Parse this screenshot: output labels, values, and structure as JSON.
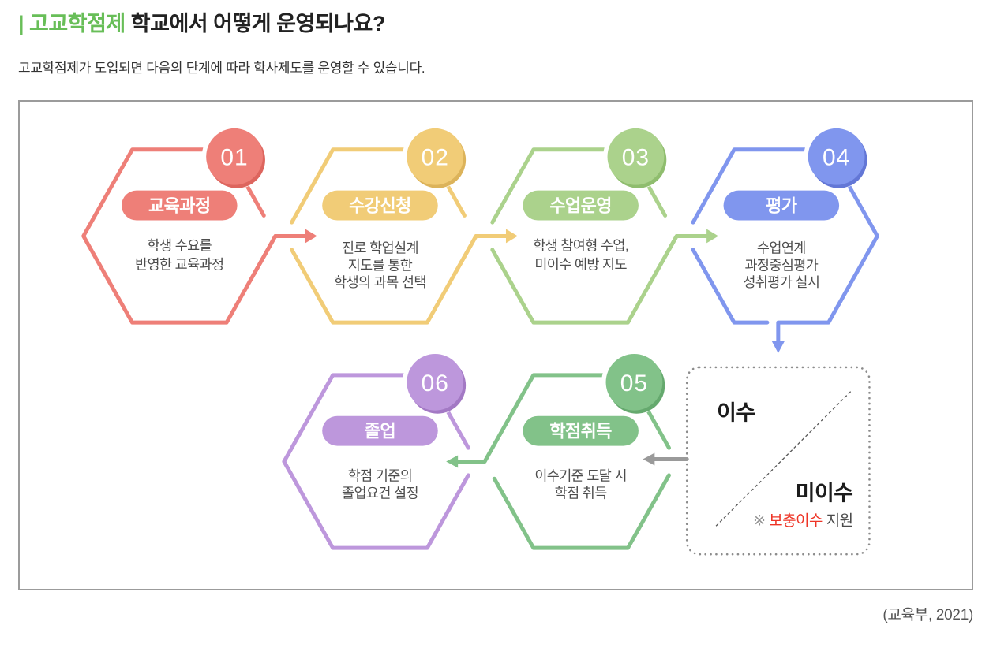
{
  "header": {
    "title_highlight": "| 고교학점제",
    "title_rest": " 학교에서 어떻게 운영되나요?",
    "subtitle": "고교학점제가 도입되면 다음의 단계에 따라 학사제도를 운영할 수 있습니다."
  },
  "source": "(교육부, 2021)",
  "colors": {
    "title_accent": "#68be58",
    "frame_border": "#9b9b9b",
    "arrow_gray": "#9a9a9a",
    "dotted_border": "#8c8c8c",
    "divider_dark": "#555555",
    "note_red": "#ee3426",
    "desc_text": "#4d4d4d"
  },
  "steps": [
    {
      "number": "01",
      "label": "교육과정",
      "color": "#ee7f78",
      "shadow": "#dd655e",
      "desc_lines": [
        "학생 수요를",
        "반영한 교육과정"
      ]
    },
    {
      "number": "02",
      "label": "수강신청",
      "color": "#f1cc77",
      "shadow": "#dcb35a",
      "desc_lines": [
        "진로 학업설계",
        "지도를 통한",
        "학생의 과목 선택"
      ]
    },
    {
      "number": "03",
      "label": "수업운영",
      "color": "#abd28c",
      "shadow": "#8fbd6e",
      "desc_lines": [
        "학생 참여형 수업,",
        "미이수 예방 지도"
      ]
    },
    {
      "number": "04",
      "label": "평가",
      "color": "#8096ee",
      "shadow": "#6377d6",
      "desc_lines": [
        "수업연계",
        "과정중심평가",
        "성취평가 실시"
      ]
    },
    {
      "number": "05",
      "label": "학점취득",
      "color": "#82c289",
      "shadow": "#65a96e",
      "desc_lines": [
        "이수기준 도달 시",
        "학점 취득"
      ]
    },
    {
      "number": "06",
      "label": "졸업",
      "color": "#bd97dc",
      "shadow": "#a379c4",
      "desc_lines": [
        "학점 기준의",
        "졸업요건 설정"
      ]
    }
  ],
  "result_box": {
    "pass": "이수",
    "fail": "미이수",
    "note_prefix": "※ ",
    "note_highlight": "보충이수",
    "note_suffix": " 지원"
  }
}
